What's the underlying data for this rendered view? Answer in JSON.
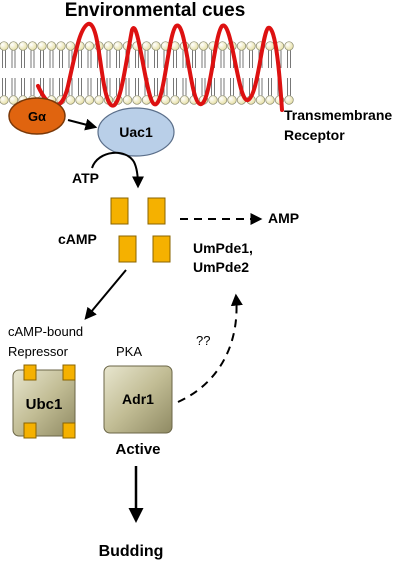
{
  "labels": {
    "title": "Environmental cues",
    "receptor_line1": "Transmembrane",
    "receptor_line2": "Receptor",
    "galpha": "Gα",
    "uac1": "Uac1",
    "atp": "ATP",
    "camp": "cAMP",
    "amp": "AMP",
    "pde_line1": "UmPde1,",
    "pde_line2": "UmPde2",
    "repressor_line1": "cAMP-bound",
    "repressor_line2": "Repressor",
    "pka": "PKA",
    "ubc1": "Ubc1",
    "adr1": "Adr1",
    "unknown": "??",
    "active": "Active",
    "budding": "Budding"
  },
  "colors": {
    "membrane_head": "#f4efbf",
    "membrane_head_stroke": "#8a8a70",
    "receptor": "#dd1111",
    "galpha": "#e0640f",
    "uac1": "#b9cfe8",
    "camp": "#f5b100",
    "protein_box": "#c8c4a0"
  }
}
